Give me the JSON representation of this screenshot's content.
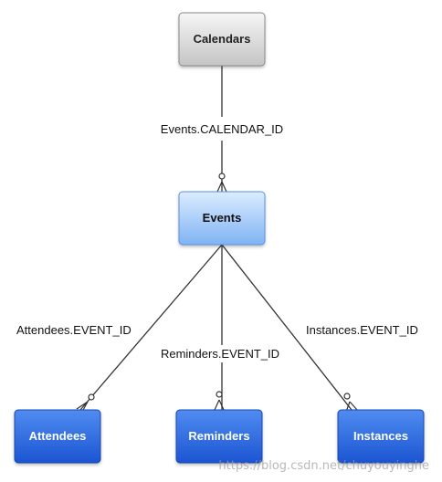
{
  "nodes": {
    "calendars": {
      "label": "Calendars"
    },
    "events": {
      "label": "Events"
    },
    "attendees": {
      "label": "Attendees"
    },
    "reminders": {
      "label": "Reminders"
    },
    "instances": {
      "label": "Instances"
    }
  },
  "edges": {
    "calendars_events": {
      "label": "Events.CALENDAR_ID"
    },
    "events_attendees": {
      "label": "Attendees.EVENT_ID"
    },
    "events_reminders": {
      "label": "Reminders.EVENT_ID"
    },
    "events_instances": {
      "label": "Instances.EVENT_ID"
    }
  },
  "colors": {
    "gray_top": "#f6f6f6",
    "gray_bottom": "#c4c4c4",
    "lightblue_top": "#dcecff",
    "lightblue_bottom": "#7fb3f3",
    "blue_top": "#4f8cf0",
    "blue_bottom": "#1c55d2",
    "line": "#333333"
  },
  "watermark": "https://blog.csdn.net/chuyouyinghe"
}
